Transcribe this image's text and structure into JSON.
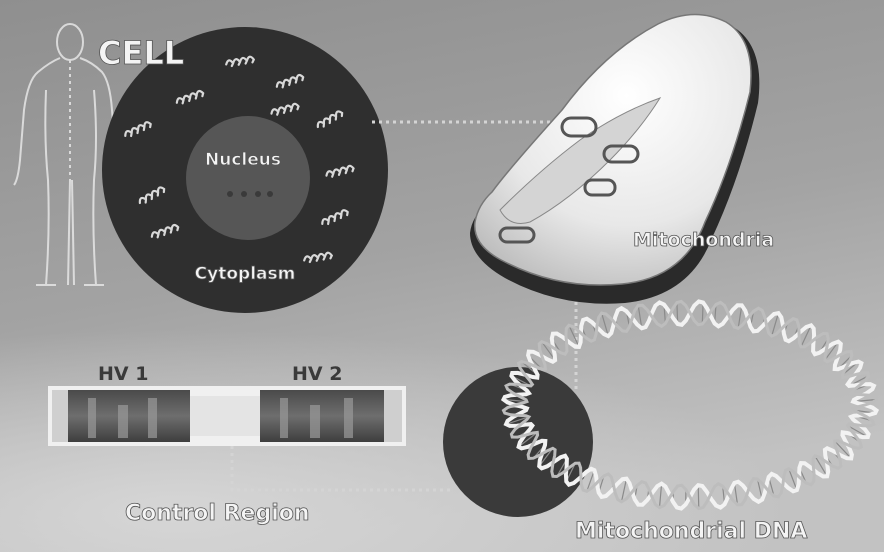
{
  "labels": {
    "cell": "CELL",
    "nucleus": "Nucleus",
    "cytoplasm": "Cytoplasm",
    "mitochondria": "Mitochondria",
    "hv1": "HV 1",
    "hv2": "HV 2",
    "control_region": "Control Region",
    "mtdna": "Mitochondrial DNA"
  },
  "colors": {
    "background_top": "#9a9a9a",
    "background_bottom": "#b8b8b8",
    "cell_body": "#2e2e2e",
    "nucleus": "#5a5a5a",
    "label_fill": "#f4f4f4"
  }
}
